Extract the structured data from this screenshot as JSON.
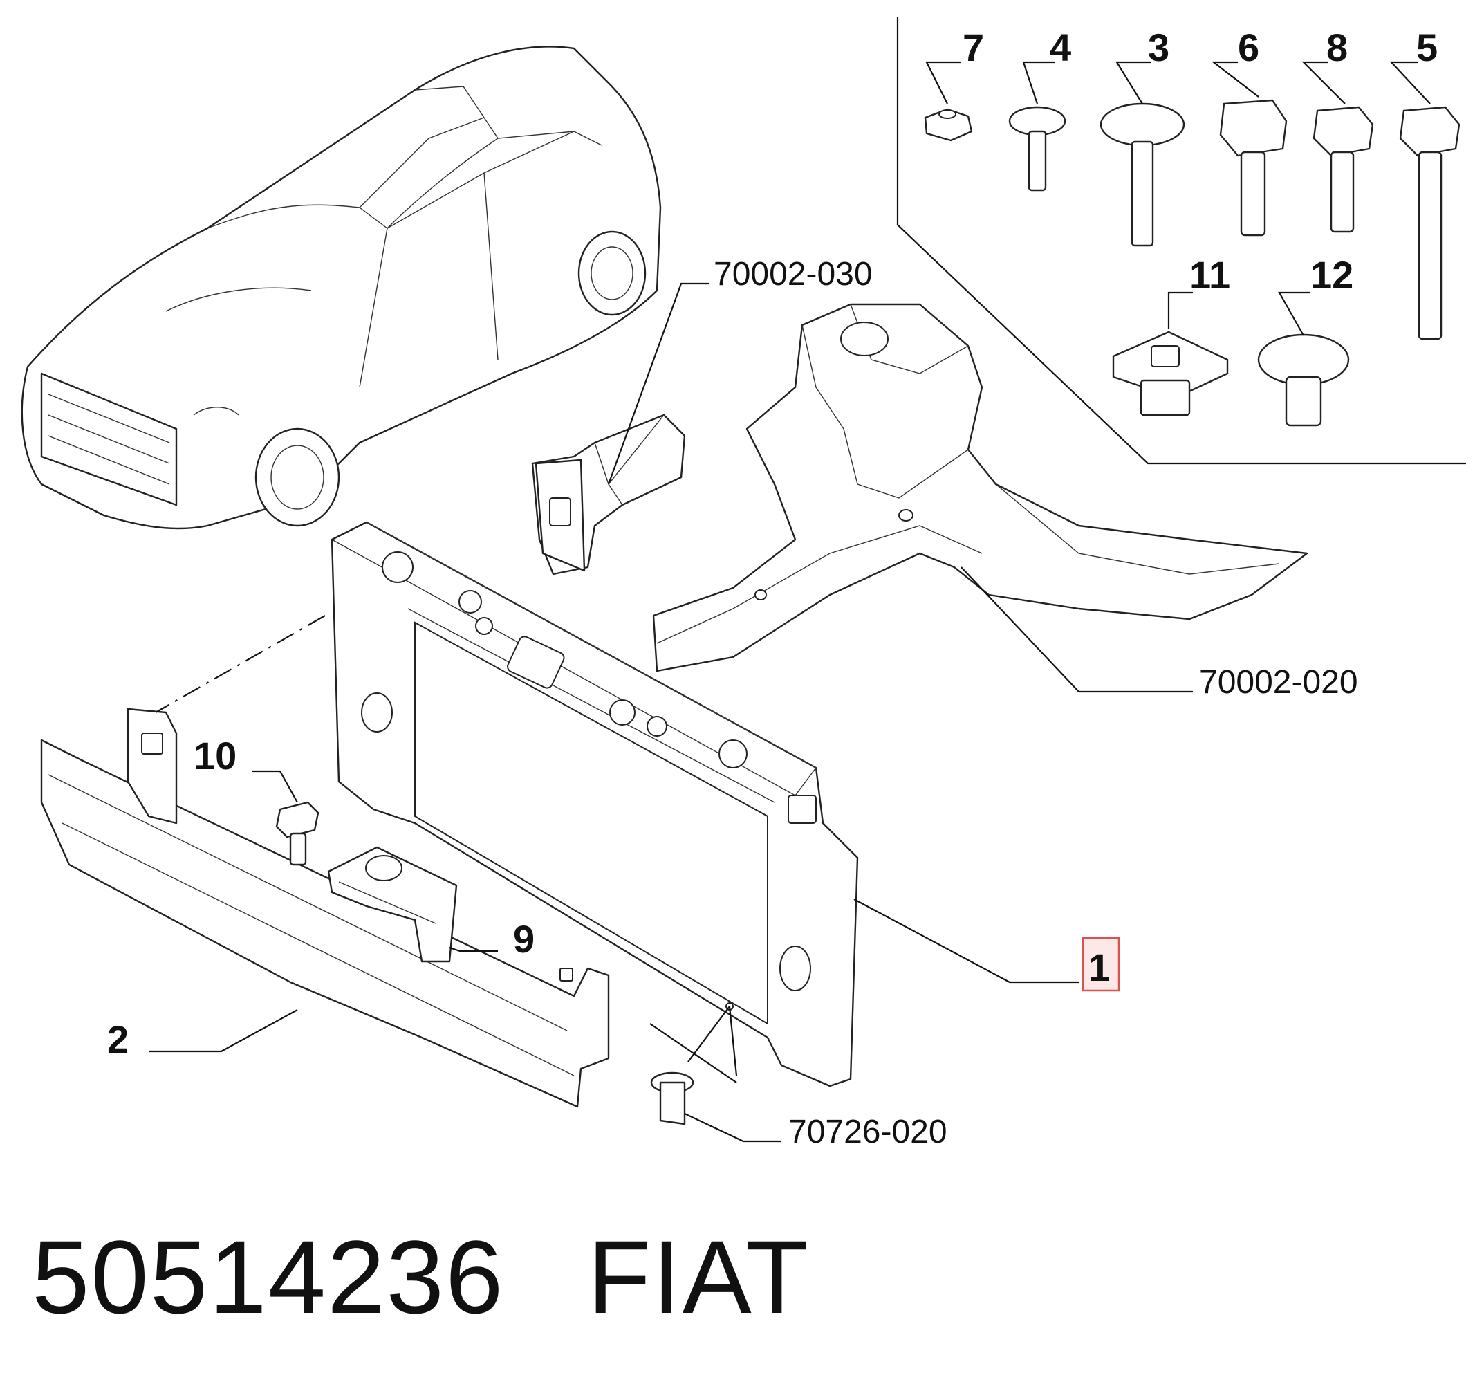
{
  "callouts": {
    "c7": "7",
    "c4": "4",
    "c3": "3",
    "c6": "6",
    "c8": "8",
    "c5": "5",
    "c11": "11",
    "c12": "12",
    "c10": "10",
    "c9": "9",
    "c2": "2",
    "c1": "1"
  },
  "refs": {
    "r030": "70002-030",
    "r020": "70002-020",
    "r726": "70726-020"
  },
  "highlight_color": "#d9534f",
  "caption": {
    "part_number": "50514236",
    "brand": "FIAT"
  }
}
